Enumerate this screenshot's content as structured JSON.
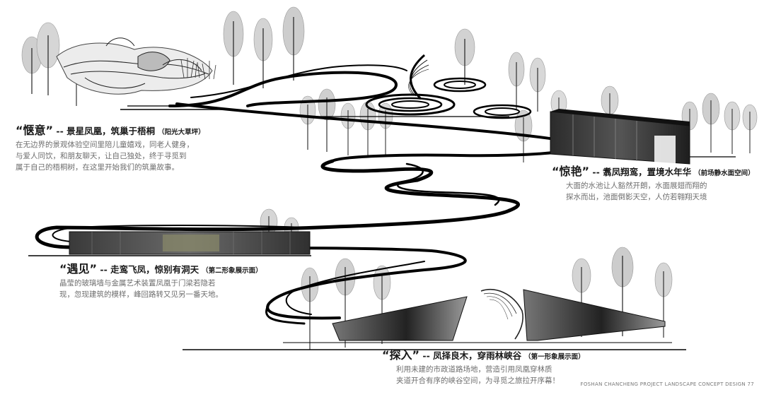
{
  "sections": [
    {
      "id": "yiyi",
      "name": "“惬意”",
      "subtitle": " -- 景星凤凰，筑巢于梧桐",
      "area": "（阳光大草坪）",
      "lines": [
        "在无边界的景观体验空间里陪儿童嬉戏，同老人健身，",
        "与爱人同饮，和朋友聊天，让自己独处，终于寻觅到",
        "属于自己的梧桐树，在这里开始我们的筑巢故事。"
      ]
    },
    {
      "id": "jingyan",
      "name": "“惊艳”",
      "subtitle": " -- 翥凤翔鸾，置境水年华",
      "area": "（前场静水面空间）",
      "lines": [
        "大面的水池让人豁然开朗，水面展翅而翔的",
        "探水而出，池面倒影天空，人仿若翱翔天境"
      ]
    },
    {
      "id": "yujian",
      "name": "“遇见”",
      "subtitle": " -- 走鸾飞凤，惊别有洞天",
      "area": "（第二形象展示面）",
      "lines": [
        "晶莹的玻璃墙与金属艺术装置凤凰于门梁若隐若",
        "现，忽现建筑的模样，峰回路转又见另一番天地。"
      ]
    },
    {
      "id": "tanru",
      "name": "“探入”",
      "subtitle": " -- 凤择良木，穿雨林峡谷",
      "area": "（第一形象展示面）",
      "lines": [
        "利用未建的市政道路场地，营造引用凤凰穿林质",
        "夹道开合有序的峡谷空间，为寻觅之旅拉开序幕！"
      ]
    }
  ],
  "footer": "FOSHAN CHANCHENG PROJECT LANDSCAPE CONCEPT DESIGN   77"
}
